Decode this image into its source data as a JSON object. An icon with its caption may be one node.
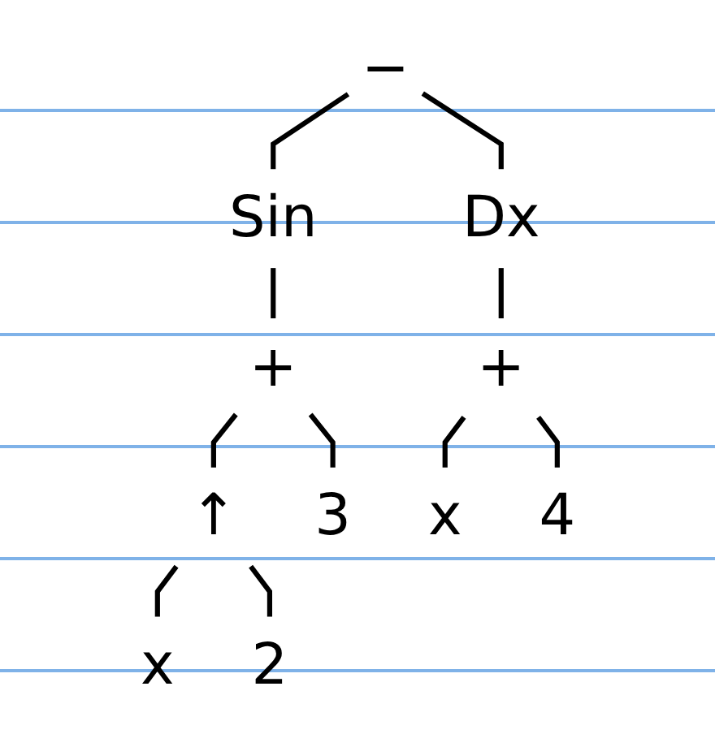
{
  "diagram": {
    "nodes": [
      {
        "text": [
          "−"
        ]
      },
      {
        "text": [
          "Sin"
        ]
      },
      {
        "text": [
          "Dx"
        ]
      },
      {
        "text": [
          "+"
        ]
      },
      {
        "text": [
          "+"
        ]
      },
      {
        "text": [
          "↑"
        ]
      },
      {
        "text": [
          "3"
        ]
      },
      {
        "text": [
          "x"
        ]
      },
      {
        "text": [
          "4"
        ]
      },
      {
        "text": [
          "x"
        ]
      },
      {
        "text": [
          "2"
        ]
      }
    ],
    "edges": [
      {
        "from": 0,
        "to": 1,
        "arrow": "none"
      },
      {
        "from": 0,
        "to": 2,
        "arrow": "none"
      },
      {
        "from": 1,
        "to": 3,
        "arrow": "none"
      },
      {
        "from": 2,
        "to": 4,
        "arrow": "none"
      },
      {
        "from": 3,
        "to": 5,
        "arrow": "none"
      },
      {
        "from": 3,
        "to": 6,
        "arrow": "none"
      },
      {
        "from": 4,
        "to": 7,
        "arrow": "none"
      },
      {
        "from": 4,
        "to": 8,
        "arrow": "none"
      },
      {
        "from": 5,
        "to": 9,
        "arrow": "none"
      },
      {
        "from": 5,
        "to": 10,
        "arrow": "none"
      }
    ]
  }
}
